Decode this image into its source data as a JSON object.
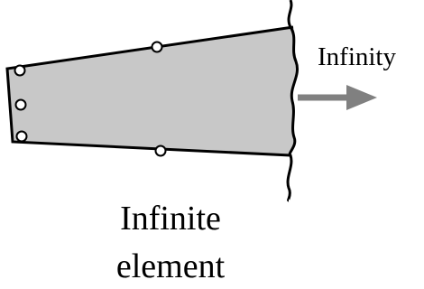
{
  "diagram": {
    "arrow_label": "Infinity",
    "caption_line1": "Infinite",
    "caption_line2": "element",
    "colors": {
      "element_fill": "#c8c8c8",
      "outline": "#000000",
      "arrow": "#808080",
      "node_fill": "#ffffff"
    },
    "nodes": {
      "count": 5,
      "shape": "hollow-circle"
    },
    "arrow": {
      "direction": "right",
      "icon": "right-arrow-icon"
    }
  }
}
